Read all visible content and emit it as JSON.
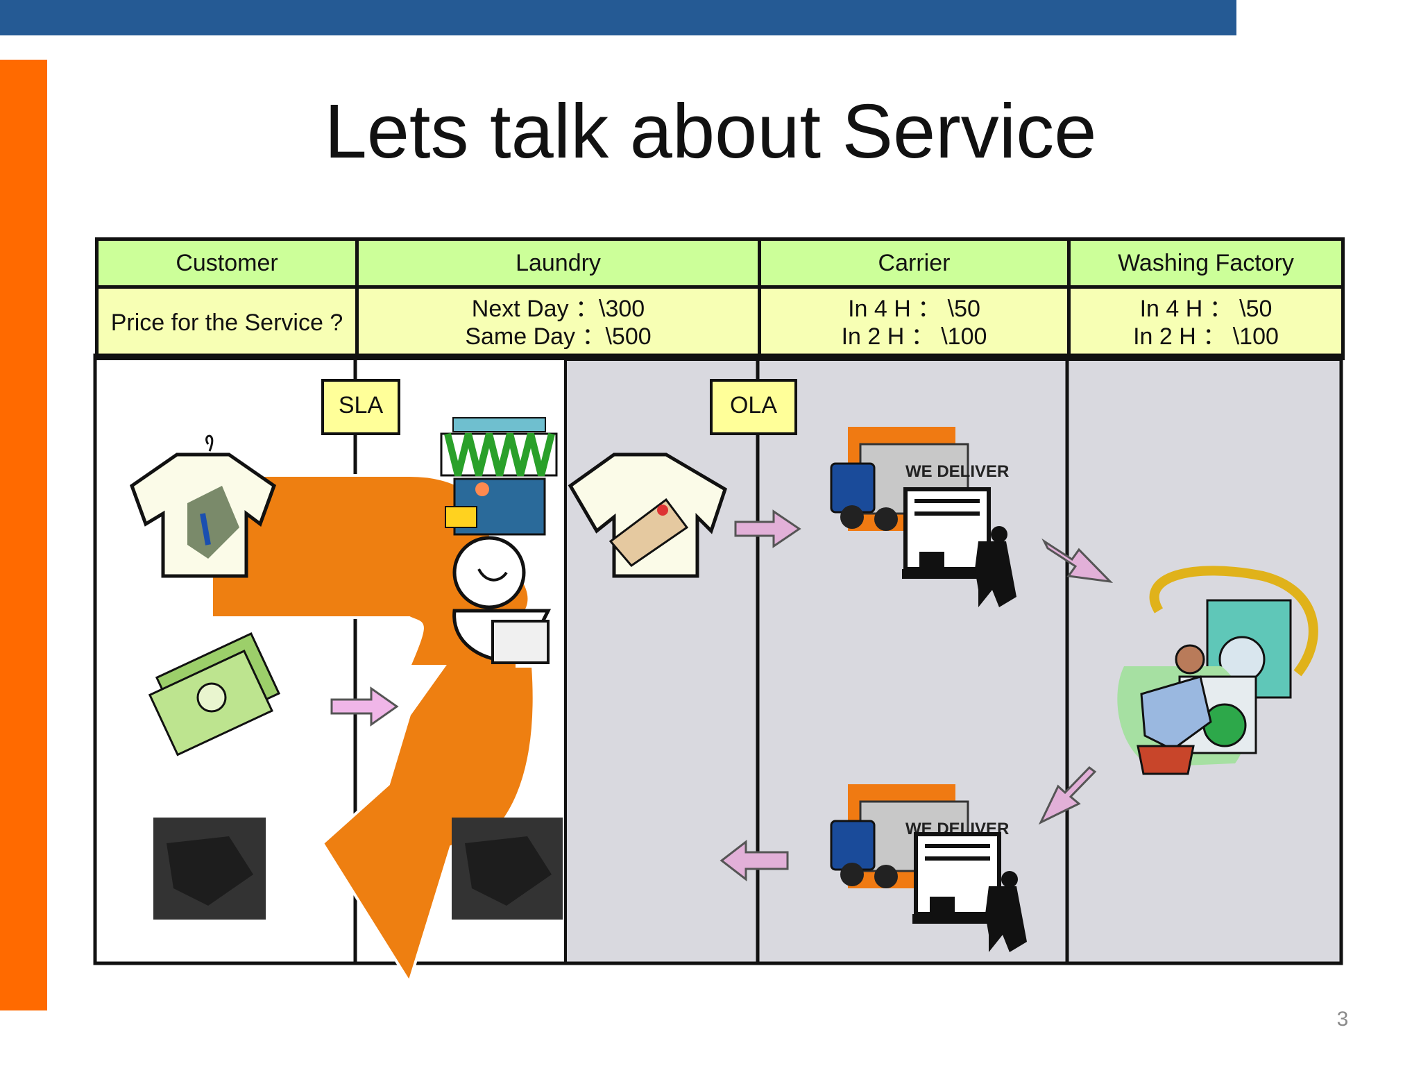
{
  "title": "Lets talk about Service",
  "page_number": "3",
  "lanes": [
    {
      "header": "Customer",
      "price": [
        "Price for the Service ?"
      ]
    },
    {
      "header": "Laundry",
      "price": [
        "Next Day ：\\300",
        "Same Day ：\\500"
      ]
    },
    {
      "header": "Carrier",
      "price": [
        "In 4 H ：  \\50",
        "In 2 H ： \\100"
      ]
    },
    {
      "header": "Washing Factory",
      "price": [
        "In 4 H ：  \\50",
        "In 2 H ： \\100"
      ]
    }
  ],
  "agreements": {
    "sla": "SLA",
    "ola": "OLA"
  },
  "truck_text": "WE DELIVER",
  "colors": {
    "top_bar": "#255a94",
    "side_bar": "#ff6a00",
    "header_fill": "#ccff99",
    "price_fill": "#f7ffb4",
    "ola_area": "#d9d9df",
    "flow_arrow": "#ee7f11",
    "small_arrow": "#e2b0d8"
  }
}
